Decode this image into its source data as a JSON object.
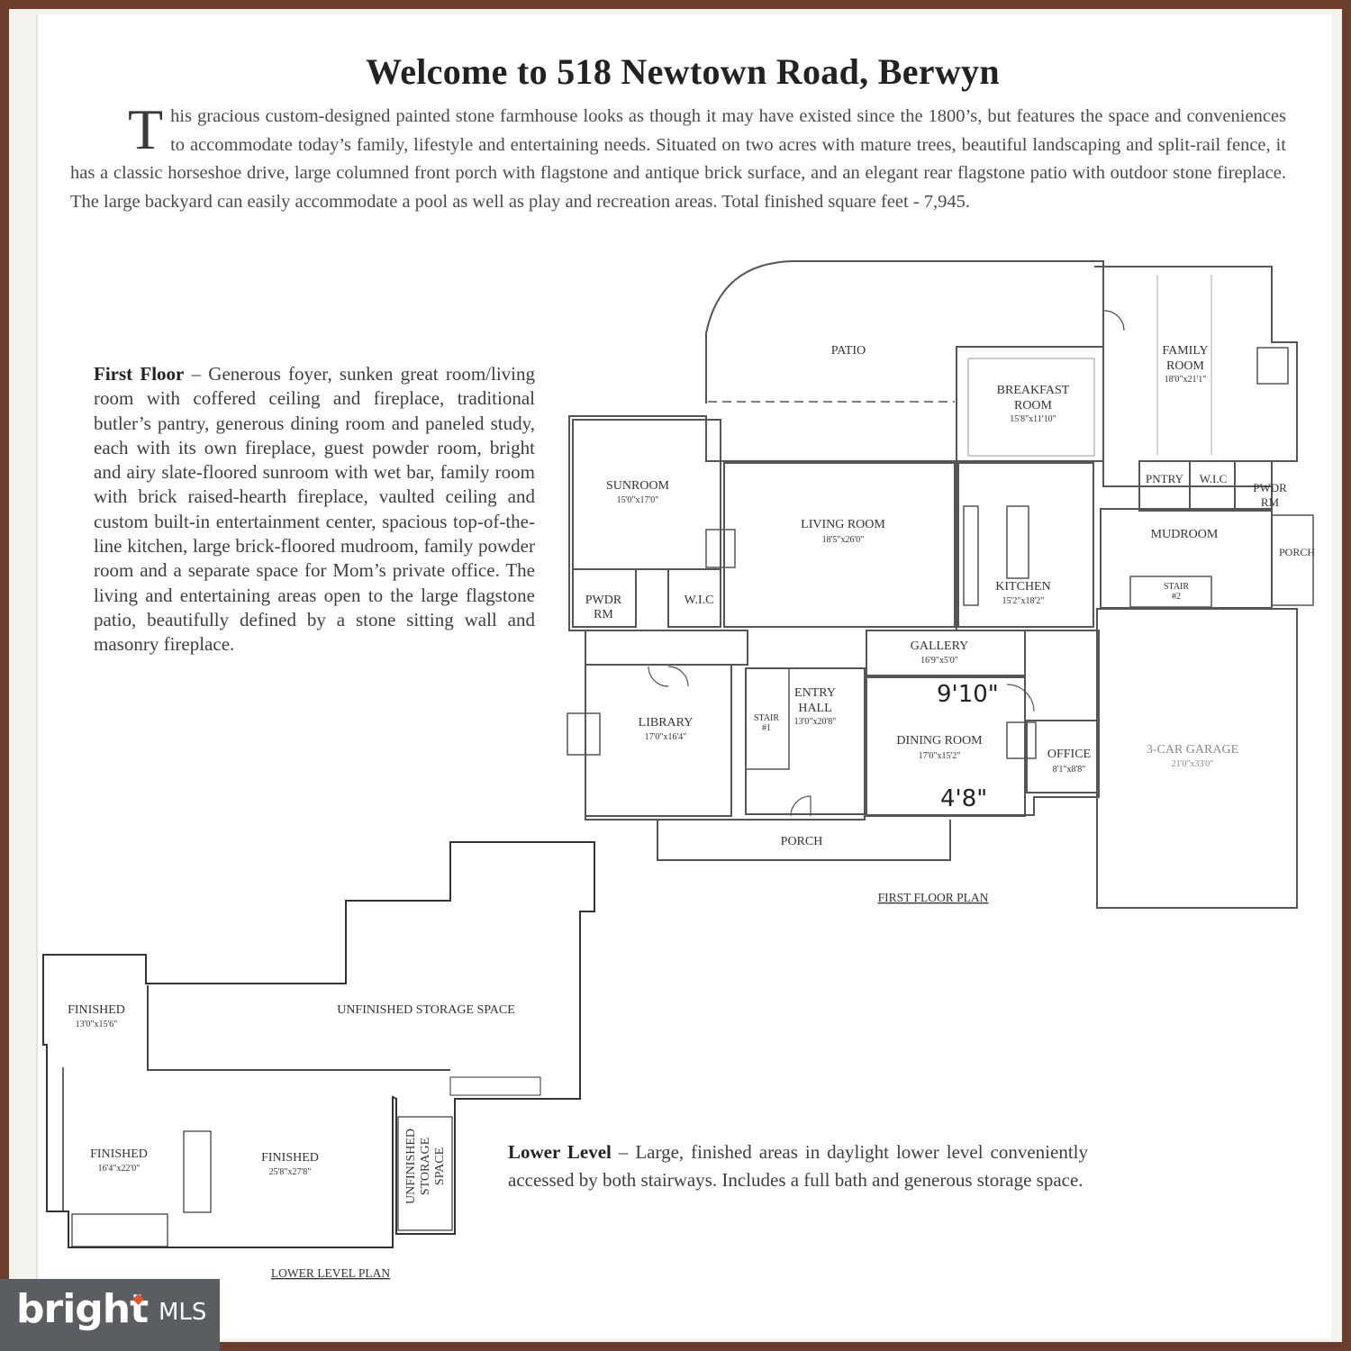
{
  "title": "Welcome to 518 Newtown Road, Berwyn",
  "intro": {
    "dropcap": "T",
    "text": "his gracious custom-designed painted stone farmhouse looks as though it may have existed since the 1800’s, but features the space and conveniences to accommodate today’s family, lifestyle and entertaining needs. Situated on two acres with mature trees, beautiful landscaping and split-rail fence, it has a classic horseshoe drive, large columned front porch with flagstone and antique brick surface, and an elegant rear flagstone patio with outdoor stone fireplace. The large backyard can easily accommodate a pool as well as play and recreation areas. Total finished square feet - 7,945."
  },
  "first_floor": {
    "heading": "First Floor",
    "text": " – Generous foyer, sunken great room/living room with coffered ceiling and fireplace, traditional butler’s pantry, generous dining room and paneled study, each with its own fireplace, guest powder room, bright and airy slate-floored sunroom with wet bar, family room with brick raised-hearth fireplace, vaulted ceiling and custom built-in entertainment center, spacious top-of-the-line kitchen, large brick-floored mudroom, family powder room and a separate space for Mom’s private office. The living and entertaining areas open to the large flagstone patio, beautifully defined by a stone sitting wall and masonry fireplace.",
    "plan_caption": "FIRST FLOOR PLAN",
    "rooms": {
      "patio": "PATIO",
      "family_room": [
        "FAMILY",
        "ROOM",
        "18'0\"x21'1\""
      ],
      "breakfast_room": [
        "BREAKFAST",
        "ROOM",
        "15'8\"x11'10\""
      ],
      "sunroom": [
        "SUNROOM",
        "15'0\"x17'0\""
      ],
      "living_room": [
        "LIVING ROOM",
        "18'5\"x26'0\""
      ],
      "pntry": "PNTRY",
      "wic_top": "W.I.C",
      "pwdr_rm_right": [
        "PWDR",
        "RM"
      ],
      "mudroom": "MUDROOM",
      "porch_side": "PORCH",
      "kitchen": [
        "KITCHEN",
        "15'2\"x18'2\""
      ],
      "stair2": [
        "STAIR",
        "#2"
      ],
      "pwdr_rm_left": [
        "PWDR",
        "RM"
      ],
      "wic_left": "W.I.C",
      "gallery": [
        "GALLERY",
        "16'9\"x5'0\""
      ],
      "entry_hall": [
        "ENTRY",
        "HALL",
        "13'0\"x20'8\""
      ],
      "stair1": [
        "STAIR",
        "#1"
      ],
      "library": [
        "LIBRARY",
        "17'0\"x16'4\""
      ],
      "dining_room": [
        "DINING ROOM",
        "17'0\"x15'2\""
      ],
      "office": [
        "OFFICE",
        "8'1\"x8'8\""
      ],
      "garage": [
        "3-CAR GARAGE",
        "21'0\"x33'0\""
      ],
      "porch_front": "PORCH"
    },
    "handwritten": [
      "9'10\"",
      "4'8\""
    ]
  },
  "lower_level": {
    "heading": "Lower Level",
    "text": " – Large, finished areas in daylight lower level conveniently accessed by both stairways. Includes a full bath and generous storage space.",
    "plan_caption": "LOWER LEVEL PLAN",
    "rooms": {
      "finished_1": [
        "FINISHED",
        "13'0\"x15'6\""
      ],
      "storage": "UNFINISHED STORAGE SPACE",
      "finished_2": [
        "FINISHED",
        "16'4\"x22'0\""
      ],
      "finished_3": [
        "FINISHED",
        "25'8\"x27'8\""
      ],
      "unfinished_storage": [
        "UNFINISHED",
        "STORAGE",
        "SPACE"
      ]
    }
  },
  "logo": {
    "word": "bright",
    "suffix": "MLS",
    "accent": "#e8542a",
    "background": "#5a5d61"
  }
}
